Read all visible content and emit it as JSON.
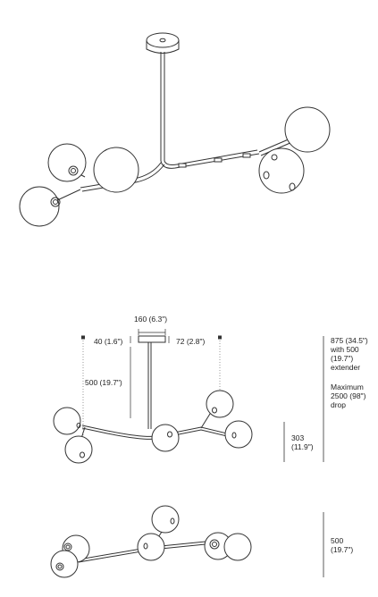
{
  "dimensions": {
    "canopy_width": "160 (6.3\")",
    "canopy_offset_left": "40 (1.6\")",
    "canopy_offset_right": "72 (2.8\")",
    "rod_length": "500 (19.7\")",
    "fixture_height_1": "303",
    "fixture_height_2": "(11.9\")",
    "overall_height_lines": [
      "875 (34.5\")",
      "with 500",
      "(19.7\")",
      "extender"
    ],
    "max_drop_lines": [
      "Maximum",
      "2500 (98\")",
      "drop"
    ],
    "side_height_1": "500",
    "side_height_2": "(19.7\")"
  },
  "colors": {
    "line": "#333333",
    "globe_fill": "#ffffff",
    "divider": "#9a9a9a"
  }
}
